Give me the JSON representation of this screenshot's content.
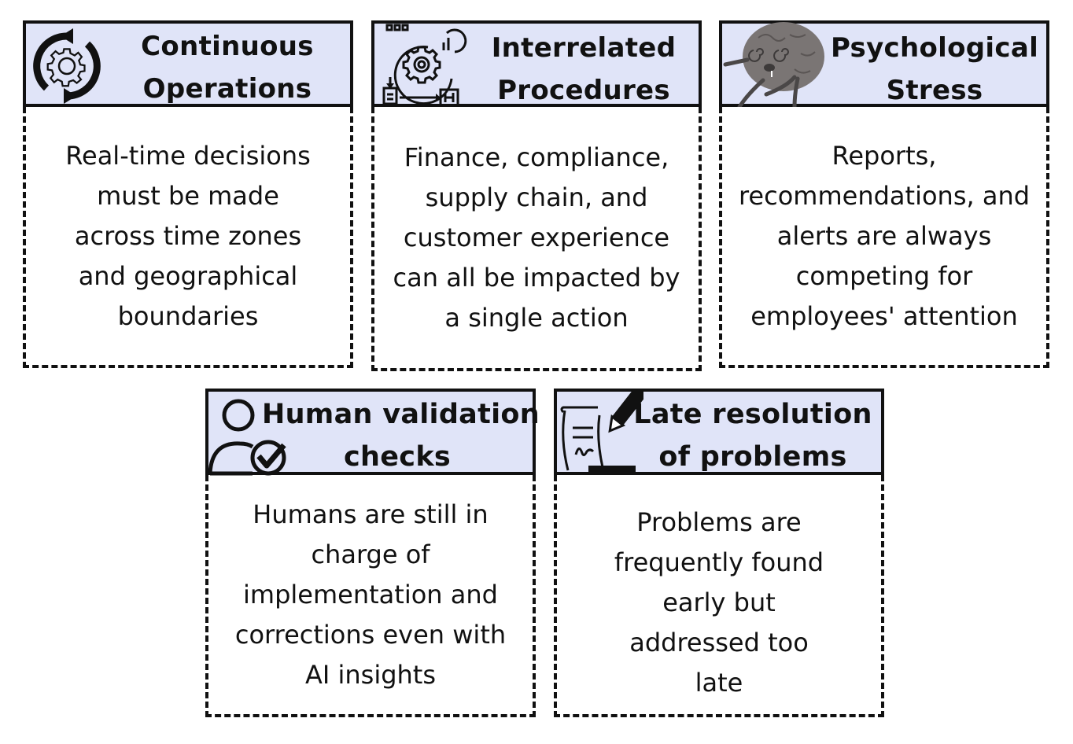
{
  "colors": {
    "header_bg": "#e0e4f8",
    "border": "#111111",
    "background": "#ffffff",
    "brain": "#7a7574"
  },
  "cards": [
    {
      "id": "continuous-operations",
      "icon": "gear-cycle-icon",
      "title_lines": [
        "Continuous",
        "Operations"
      ],
      "body": "Real-time decisions must be made across time zones and geographical boundaries"
    },
    {
      "id": "interrelated-procedures",
      "icon": "process-workflow-icon",
      "title_lines": [
        "Interrelated",
        "Procedures"
      ],
      "body": "Finance, compliance, supply chain, and customer experience can all be impacted by a single action"
    },
    {
      "id": "psychological-stress",
      "icon": "stressed-brain-icon",
      "title_lines": [
        "Psychological",
        "Stress"
      ],
      "body": "Reports, recommendations, and alerts are always competing for employees' attention"
    },
    {
      "id": "human-validation-checks",
      "icon": "user-check-icon",
      "title_lines": [
        "Human validation",
        "checks"
      ],
      "body": "Humans are still in charge of implementation and corrections even with AI insights"
    },
    {
      "id": "late-resolution",
      "icon": "scroll-pen-icon",
      "title_lines": [
        "Late resolution",
        "of problems"
      ],
      "body": "Problems are frequently found early but addressed too late"
    }
  ]
}
